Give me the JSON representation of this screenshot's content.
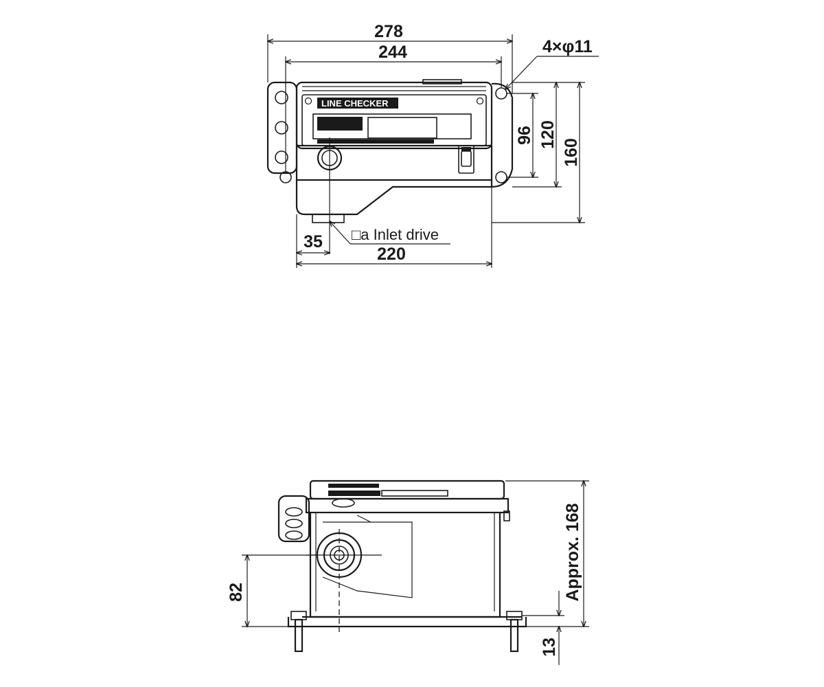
{
  "top_view": {
    "dim_overall_width": "278",
    "dim_mount_pitch_width": "244",
    "hole_callout": "4×φ11",
    "dim_mount_pitch_height": "96",
    "dim_panel_height": "120",
    "dim_overall_height": "160",
    "dim_inlet_offset": "35",
    "dim_body_width": "220",
    "inlet_note": "□a Inlet drive",
    "nameplate_text": "LINE CHECKER"
  },
  "side_view": {
    "dim_shaft_height": "82",
    "dim_total_height": "Approx. 168",
    "dim_foot_height": "13"
  },
  "colors": {
    "line": "#1a1a1a",
    "background": "#ffffff"
  }
}
